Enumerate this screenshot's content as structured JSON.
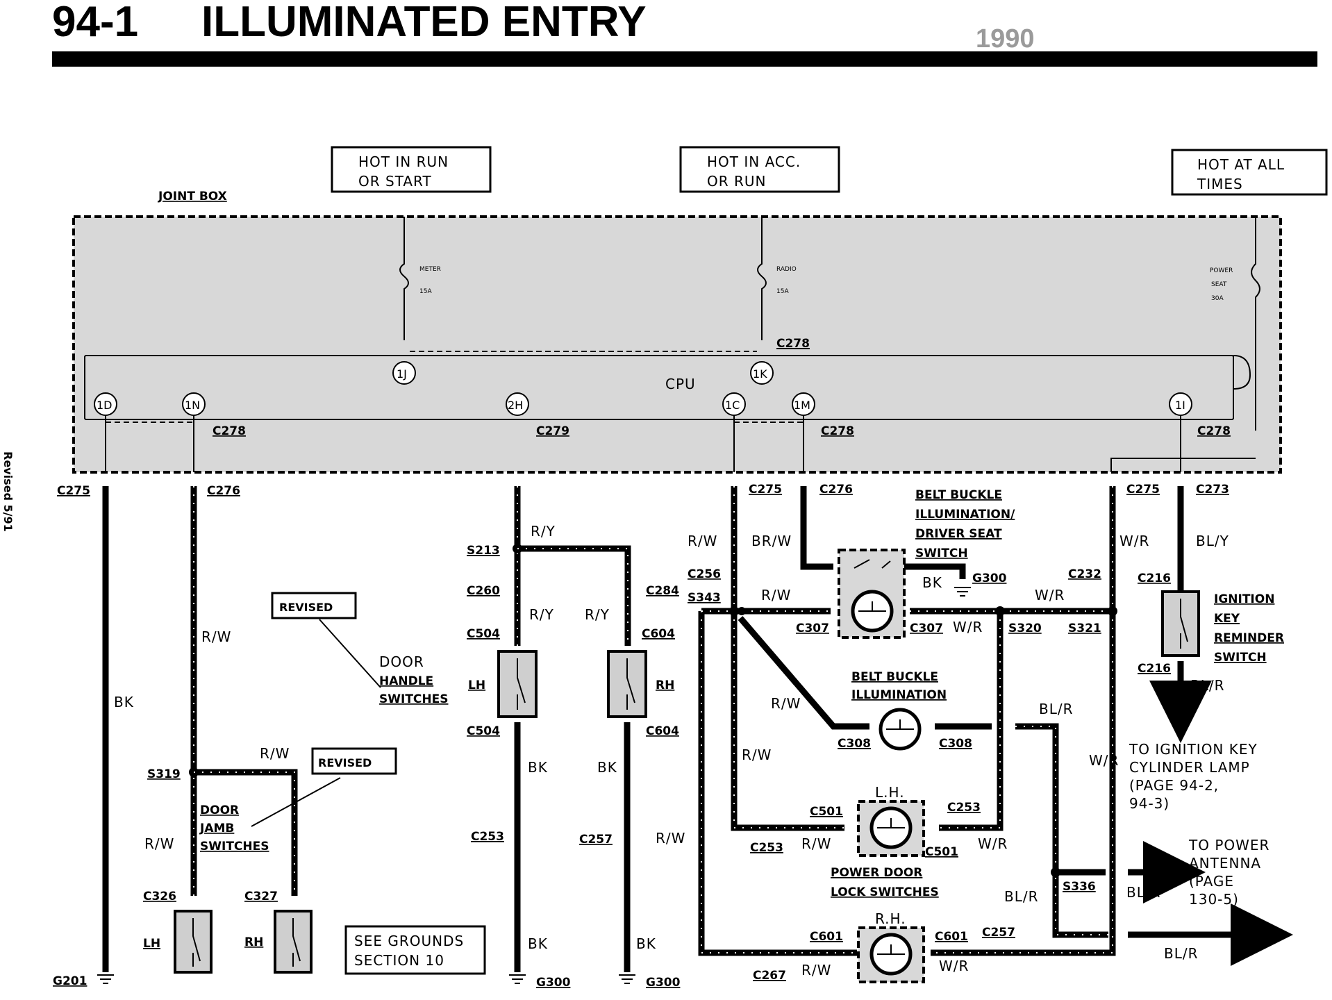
{
  "header": {
    "section": "94-1",
    "title": "ILLUMINATED ENTRY",
    "year": "1990",
    "revised_note": "Revised 5/91"
  },
  "power_boxes": {
    "run_start": [
      "HOT IN RUN",
      "OR START"
    ],
    "acc_run": [
      "HOT IN ACC.",
      "OR RUN"
    ],
    "all_times": [
      "HOT AT ALL",
      "TIMES"
    ]
  },
  "joint_box": {
    "label": "JOINT BOX",
    "cpu_label": "CPU",
    "fuses": [
      {
        "name": "METER",
        "rating": "15A"
      },
      {
        "name": "RADIO",
        "rating": "15A"
      },
      {
        "name": "POWER",
        "name2": "SEAT",
        "rating": "30A"
      }
    ],
    "pins": [
      "1D",
      "1N",
      "1J",
      "2H",
      "1K",
      "1C",
      "1M",
      "1I"
    ]
  },
  "connectors": {
    "c278": "C278",
    "c279": "C279",
    "c275": "C275",
    "c276": "C276",
    "c273": "C273",
    "s213": "S213",
    "c260": "C260",
    "c284": "C284",
    "c504": "C504",
    "c604": "C604",
    "c256": "C256",
    "s343": "S343",
    "c307": "C307",
    "g300": "G300",
    "s320": "S320",
    "s321": "S321",
    "c232": "C232",
    "c216": "C216",
    "c308": "C308",
    "c501": "C501",
    "c253": "C253",
    "c257": "C257",
    "c601": "C601",
    "c267": "C267",
    "s336": "S336",
    "s319": "S319",
    "c326": "C326",
    "c327": "C327",
    "g201": "G201"
  },
  "wire_colors": {
    "bk": "BK",
    "rw": "R/W",
    "ry": "R/Y",
    "brw": "BR/W",
    "wr": "W/R",
    "bly": "BL/Y",
    "blr": "BL/R"
  },
  "components": {
    "belt_buckle_switch": [
      "BELT BUCKLE",
      "ILLUMINATION/",
      "DRIVER SEAT",
      "SWITCH"
    ],
    "belt_buckle_illum": [
      "BELT BUCKLE",
      "ILLUMINATION"
    ],
    "ignition_key_switch": [
      "IGNITION",
      "KEY",
      "REMINDER",
      "SWITCH"
    ],
    "door_handle": [
      "DOOR",
      "HANDLE",
      "SWITCHES"
    ],
    "door_jamb": [
      "DOOR",
      "JAMB",
      "SWITCHES"
    ],
    "power_door_lock": [
      "POWER DOOR",
      "LOCK SWITCHES"
    ],
    "lh": "LH",
    "rh": "RH",
    "lh_dot": "L.H.",
    "rh_dot": "R.H.",
    "revised": "REVISED"
  },
  "notes": {
    "ignition_lamp": [
      "TO IGNITION KEY",
      "CYLINDER LAMP",
      "(PAGE 94-2,",
      "94-3)"
    ],
    "power_antenna": [
      "TO POWER",
      "ANTENNA",
      "(PAGE",
      "130-5)"
    ],
    "grounds": [
      "SEE GROUNDS",
      "SECTION 10"
    ]
  }
}
